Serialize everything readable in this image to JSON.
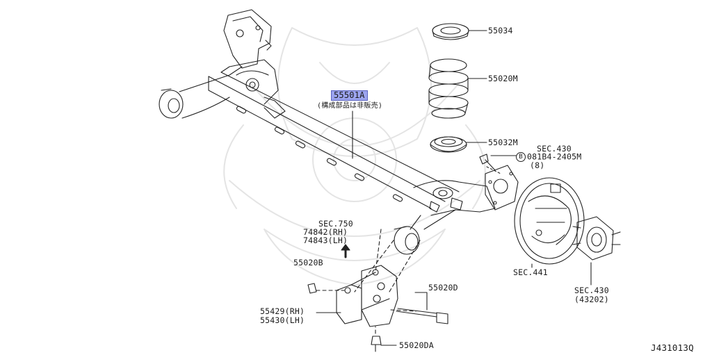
{
  "diagram_id": "J431013Q",
  "parts": {
    "p55034": "55034",
    "p55020M": "55020M",
    "p55032M": "55032M",
    "p55501A": "55501A",
    "p55501A_note": "(構成部品は非販売)",
    "sec430_top": "SEC.430",
    "bolt_badge": "B",
    "bolt_code": "081B4-2405M",
    "bolt_qty": "(8)",
    "sec750": "SEC.750",
    "p74842": "74842(RH)",
    "p74843": "74843(LH)",
    "p55020B": "55020B",
    "p55020D": "55020D",
    "p55429": "55429(RH)",
    "p55430": "55430(LH)",
    "p55020DA": "55020DA",
    "sec441": "SEC.441",
    "sec430_bottom": "SEC.430",
    "p43202": "(43202)"
  },
  "colors": {
    "line": "#222222",
    "highlight": "#9ca4ee",
    "watermark": "#e6e6e6"
  }
}
